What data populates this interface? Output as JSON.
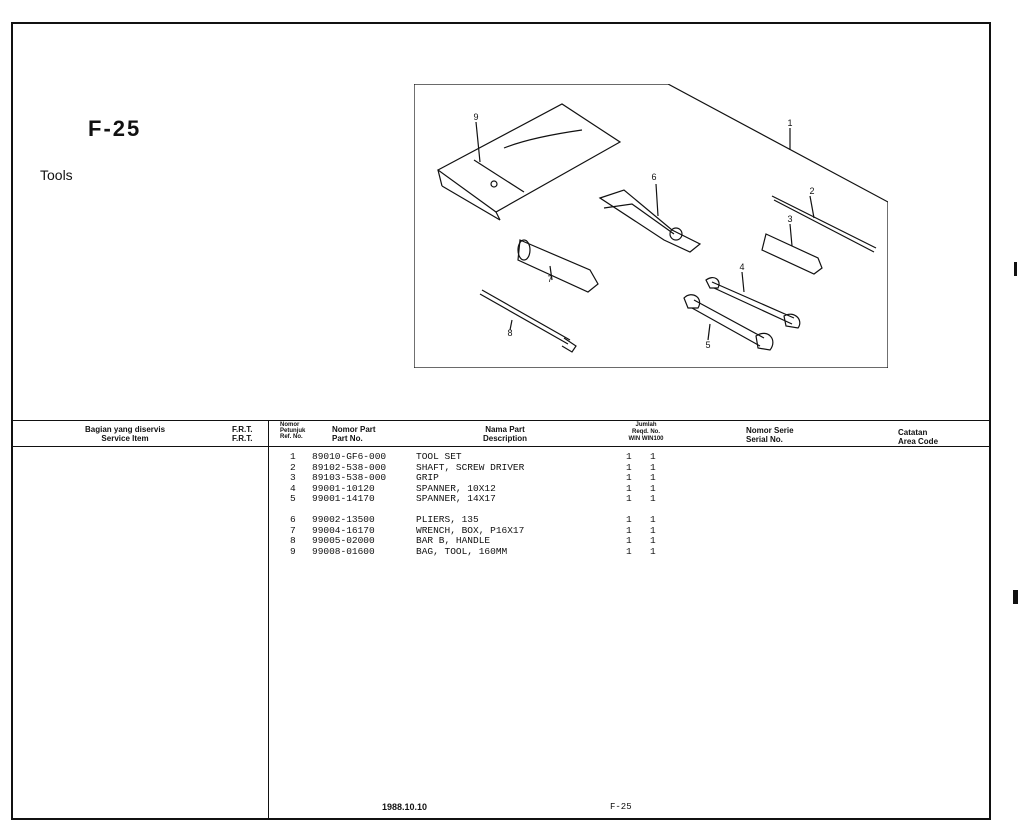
{
  "section": {
    "code": "F-25",
    "name": "Tools"
  },
  "illustration": {
    "callouts": [
      "1",
      "2",
      "3",
      "4",
      "5",
      "6",
      "7",
      "8",
      "9"
    ]
  },
  "table": {
    "headers": {
      "service_item_id": "Bagian yang diservis",
      "service_item_en": "Service Item",
      "frt_1": "F.R.T.",
      "frt_2": "F.R.T.",
      "ref_id_1": "Nomor",
      "ref_id_2": "Petunjuk",
      "ref_en": "Ref. No.",
      "part_no_id": "Nomor Part",
      "part_no_en": "Part No.",
      "desc_id": "Nama Part",
      "desc_en": "Description",
      "qty_id": "Jumlah",
      "qty_sub": "Reqd. No.",
      "qty_models": "WIN WIN100",
      "serial_id": "Nomor Serie",
      "serial_en": "Serial No.",
      "notes_id": "Catatan",
      "notes_en": "Area Code"
    },
    "rows": [
      {
        "ref": "1",
        "part_no": "89010-GF6-000",
        "desc": "TOOL SET",
        "q1": "1",
        "q2": "1"
      },
      {
        "ref": "2",
        "part_no": "89102-538-000",
        "desc": "SHAFT, SCREW DRIVER",
        "q1": "1",
        "q2": "1"
      },
      {
        "ref": "3",
        "part_no": "89103-538-000",
        "desc": "GRIP",
        "q1": "1",
        "q2": "1"
      },
      {
        "ref": "4",
        "part_no": "99001-10120",
        "desc": "SPANNER, 10X12",
        "q1": "1",
        "q2": "1"
      },
      {
        "ref": "5",
        "part_no": "99001-14170",
        "desc": "SPANNER, 14X17",
        "q1": "1",
        "q2": "1"
      },
      {
        "ref": "6",
        "part_no": "99002-13500",
        "desc": "PLIERS, 135",
        "q1": "1",
        "q2": "1"
      },
      {
        "ref": "7",
        "part_no": "99004-16170",
        "desc": "WRENCH, BOX, P16X17",
        "q1": "1",
        "q2": "1"
      },
      {
        "ref": "8",
        "part_no": "99005-02000",
        "desc": "BAR B, HANDLE",
        "q1": "1",
        "q2": "1"
      },
      {
        "ref": "9",
        "part_no": "99008-01600",
        "desc": "BAG, TOOL, 160MM",
        "q1": "1",
        "q2": "1"
      }
    ]
  },
  "footer": {
    "date": "1988.10.10",
    "page": "F-25"
  }
}
